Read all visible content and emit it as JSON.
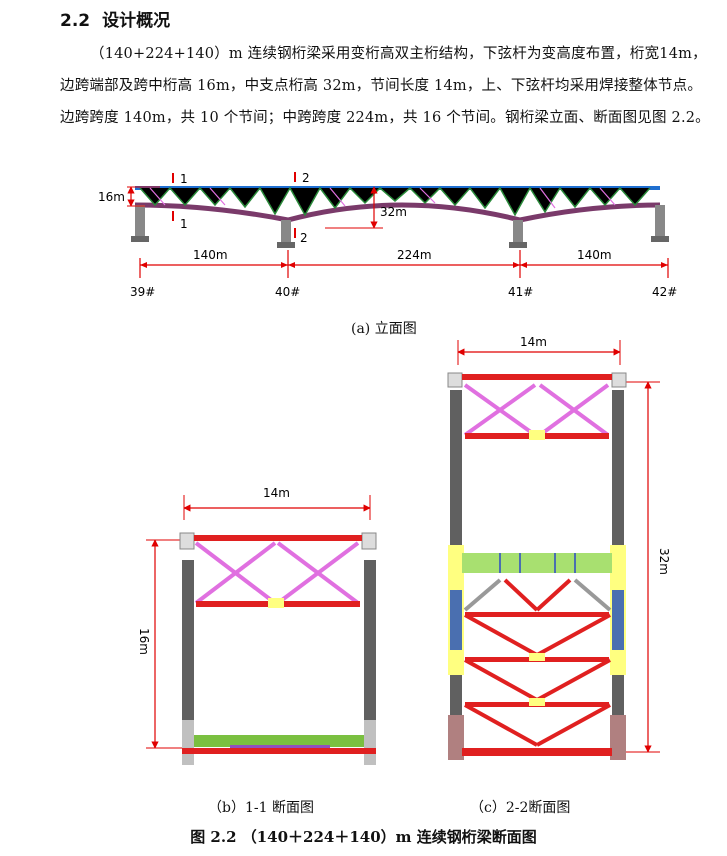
{
  "section": {
    "number": "2.2",
    "title": "设计概况"
  },
  "paragraph": "（140+224+140）m 连续钢桁梁采用变桁高双主桁结构，下弦杆为变高度布置，桁宽14m，边跨端部及跨中桁高 16m，中支点桁高 32m，节间长度 14m，上、下弦杆均采用焊接整体节点。边跨跨度 140m，共 10 个节间；中跨跨度 224m，共 16 个节间。钢桁梁立面、断面图见图 2.2。",
  "elevation": {
    "height_label": "16m",
    "pier_height_label": "32m",
    "section_marks": [
      "1",
      "1",
      "2",
      "2"
    ],
    "spans": [
      "140m",
      "224m",
      "140m"
    ],
    "piers": [
      "39#",
      "40#",
      "41#",
      "42#"
    ],
    "caption": "(a)  立面图"
  },
  "section_1": {
    "width_label": "14m",
    "height_label": "16m",
    "caption": "（b）1-1 断面图"
  },
  "section_2": {
    "width_label": "14m",
    "height_label": "32m",
    "caption": "（c）2-2断面图"
  },
  "figure_caption": "图 2.2    （140＋224＋140）m 连续钢桁梁断面图",
  "colors": {
    "red": "#e02020",
    "magenta": "#e070e0",
    "yellow": "#ffff80",
    "grey": "#606060",
    "blue": "#4a6fb0",
    "green": "#a8e070"
  }
}
